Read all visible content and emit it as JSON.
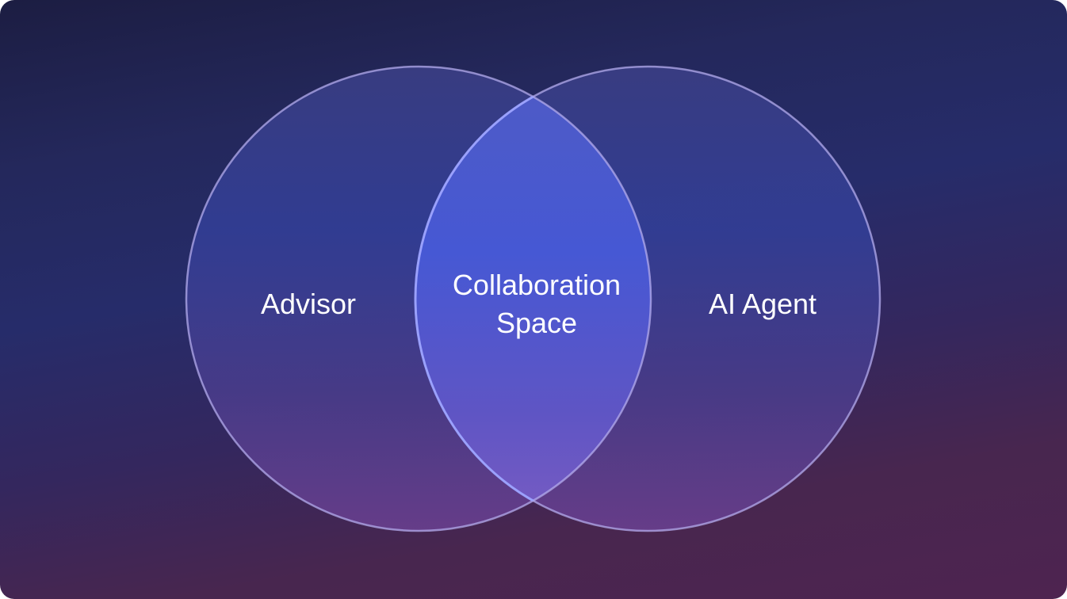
{
  "diagram": {
    "type": "venn",
    "sets": [
      {
        "label": "Advisor"
      },
      {
        "label": "AI Agent"
      }
    ],
    "intersection": {
      "label_lines": [
        "Collaboration",
        "Space"
      ]
    },
    "colors": {
      "background_top": "#1c1d42",
      "background_mid": "#262c6a",
      "background_bottom": "#4e2450",
      "circle_top": "#3a3f86",
      "circle_bottom": "#6a3f8a",
      "intersection_top": "#4f5cc8",
      "intersection_mid": "#4658d2",
      "intersection_bottom": "#7a5ac4",
      "outline": "#b6aef0",
      "text": "#ffffff"
    }
  }
}
